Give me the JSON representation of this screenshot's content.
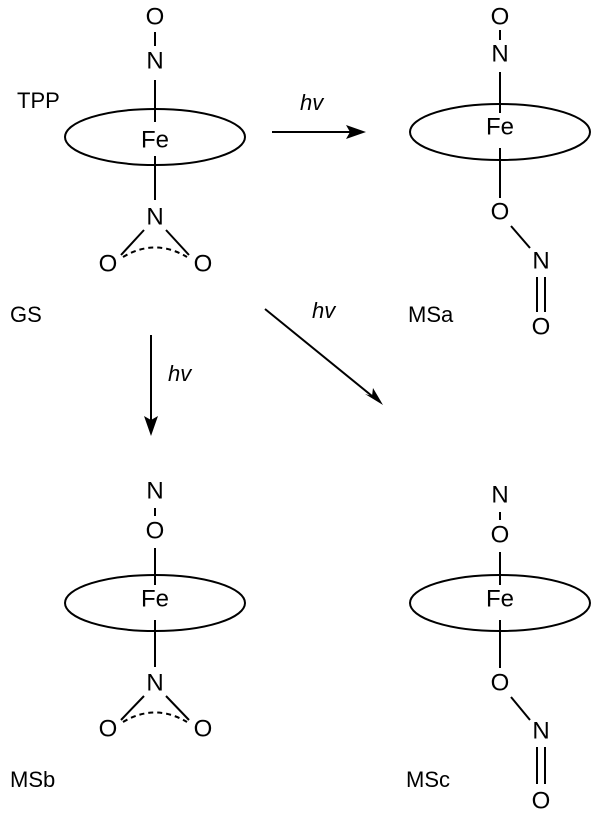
{
  "atoms": {
    "iron": "Fe",
    "nitrogen": "N",
    "oxygen": "O"
  },
  "ligand_label": "TPP",
  "structures": {
    "gs": "GS",
    "msa": "MSa",
    "msb": "MSb",
    "msc": "MSc"
  },
  "reaction_label": "hv",
  "colors": {
    "ink": "#000000",
    "background": "#ffffff"
  }
}
